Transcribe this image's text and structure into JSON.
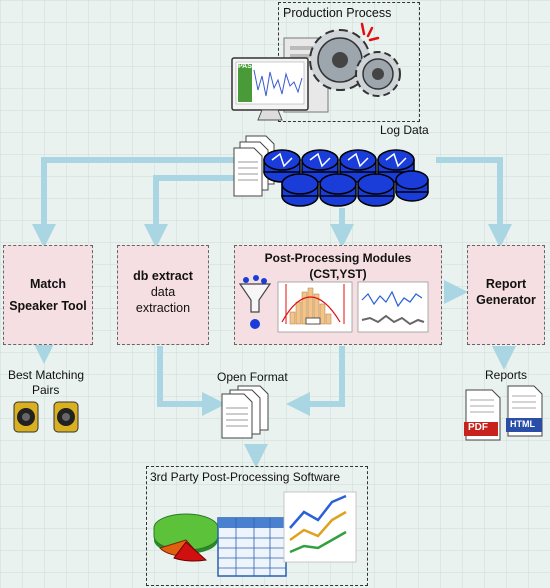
{
  "production": {
    "title": "Production Process",
    "monitor_text": "PASS"
  },
  "log_data": {
    "label": "Log Data"
  },
  "match_speaker": {
    "line1": "Match",
    "line2": "Speaker Tool"
  },
  "db_extract": {
    "title": "db extract",
    "line1": "data",
    "line2": "extraction"
  },
  "post_processing": {
    "title": "Post-Processing Modules",
    "subtitle": "(CST,YST)"
  },
  "report_generator": {
    "line1": "Report",
    "line2": "Generator"
  },
  "best_matching": {
    "line1": "Best Matching",
    "line2": "Pairs"
  },
  "open_format": {
    "label": "Open Format"
  },
  "reports": {
    "label": "Reports",
    "pdf": "PDF",
    "html": "HTML"
  },
  "third_party": {
    "title": "3rd Party Post-Processing Software"
  },
  "colors": {
    "arrow": "#a9d6e2",
    "box_fill": "#f6dfe2",
    "disk": "#1a3cd8",
    "pdf": "#c8221c",
    "html": "#2a4da8"
  }
}
